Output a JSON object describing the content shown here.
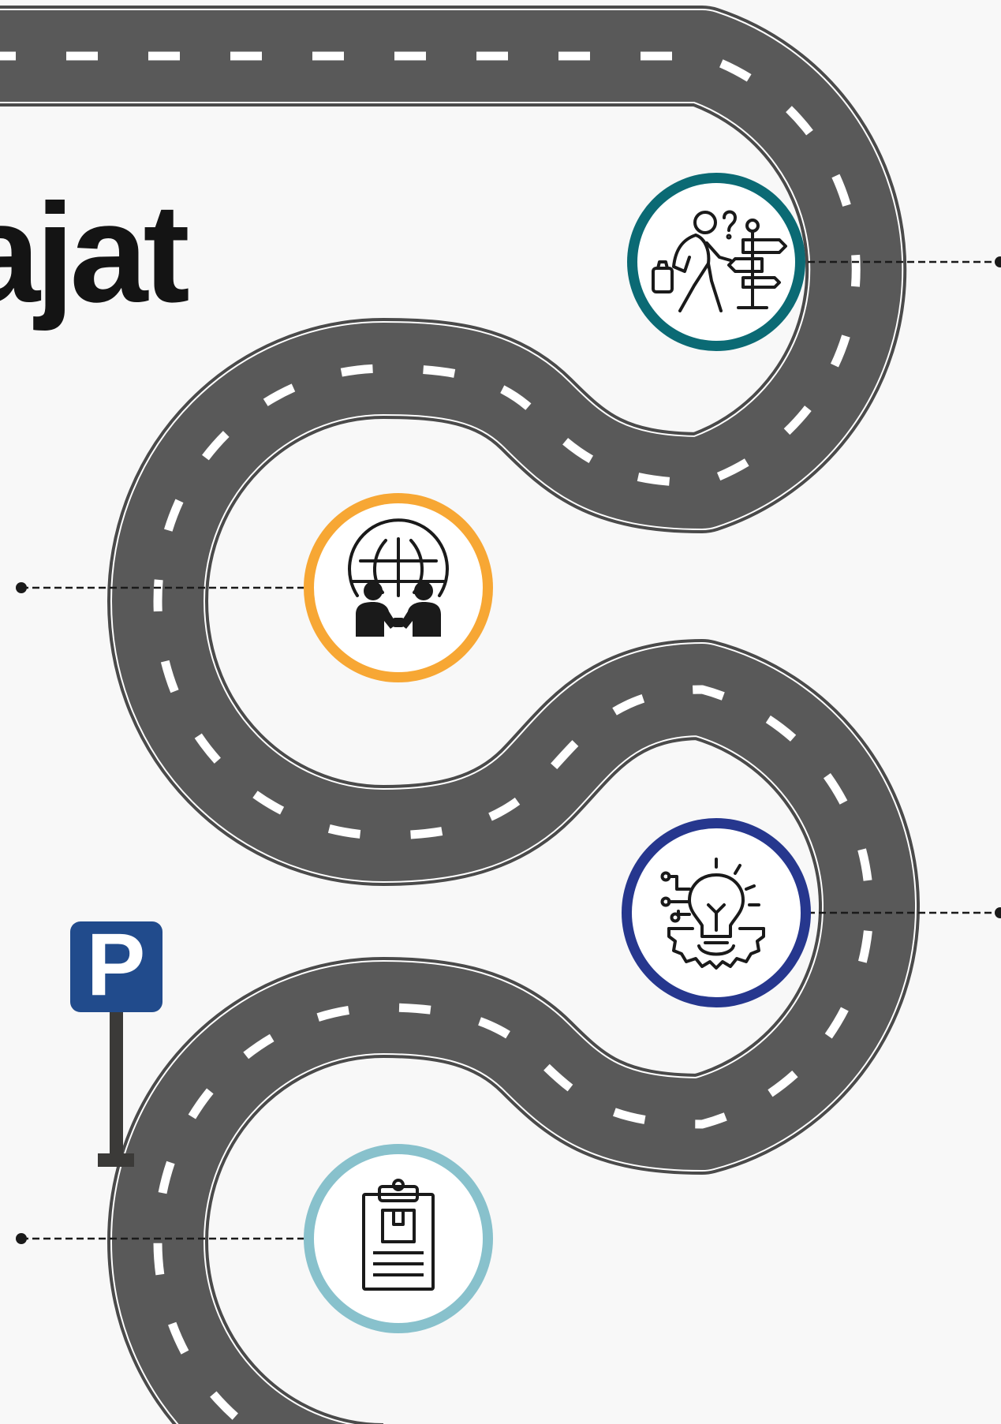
{
  "headline": "ajat",
  "road": {
    "asphalt_color": "#595959",
    "edge_color": "#4a4a4a",
    "lane_marking_color": "#ffffff",
    "background_color": "#f8f8f8"
  },
  "sign": {
    "letter": "P",
    "board_color": "#214b8c",
    "pole_color": "#3b3a38"
  },
  "milestones": [
    {
      "icon": "person-crossroads-signpost-icon",
      "ring_color": "#0b6a74",
      "connector_side": "right"
    },
    {
      "icon": "global-business-handshake-icon",
      "ring_color": "#f7a734",
      "connector_side": "left"
    },
    {
      "icon": "lightbulb-gear-innovation-icon",
      "ring_color": "#26378e",
      "connector_side": "right"
    },
    {
      "icon": "clipboard-checklist-icon",
      "ring_color": "#88c1cc",
      "connector_side": "left"
    }
  ]
}
